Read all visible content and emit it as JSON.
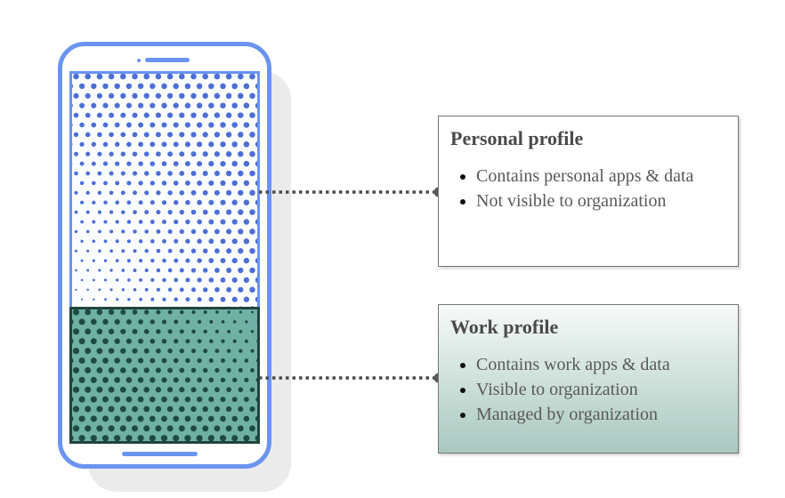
{
  "boxes": {
    "personal": {
      "title": "Personal profile",
      "bullets": [
        "Contains personal apps & data",
        "Not visible to organization"
      ]
    },
    "work": {
      "title": "Work profile",
      "bullets": [
        "Contains work apps & data",
        "Visible to organization",
        "Managed by organization"
      ]
    }
  },
  "colors": {
    "phone_border": "#6b94f0",
    "phone_shadow": "#ebebeb",
    "personal_screen_bg": "#fcfdff",
    "personal_dot": "#4c6fd6",
    "work_screen_bg": "#6fb2a5",
    "work_screen_dot": "#1f4a43",
    "work_screen_border": "#20443d",
    "connector": "#4a4a4a",
    "connector_endpoint": "#595959",
    "box_border": "#777777",
    "title_text": "#4a4a4a",
    "body_text": "#595959",
    "bullet_marker": "#111111",
    "work_box_top": "#f6faf8",
    "work_box_bottom": "#a9c8c0"
  }
}
